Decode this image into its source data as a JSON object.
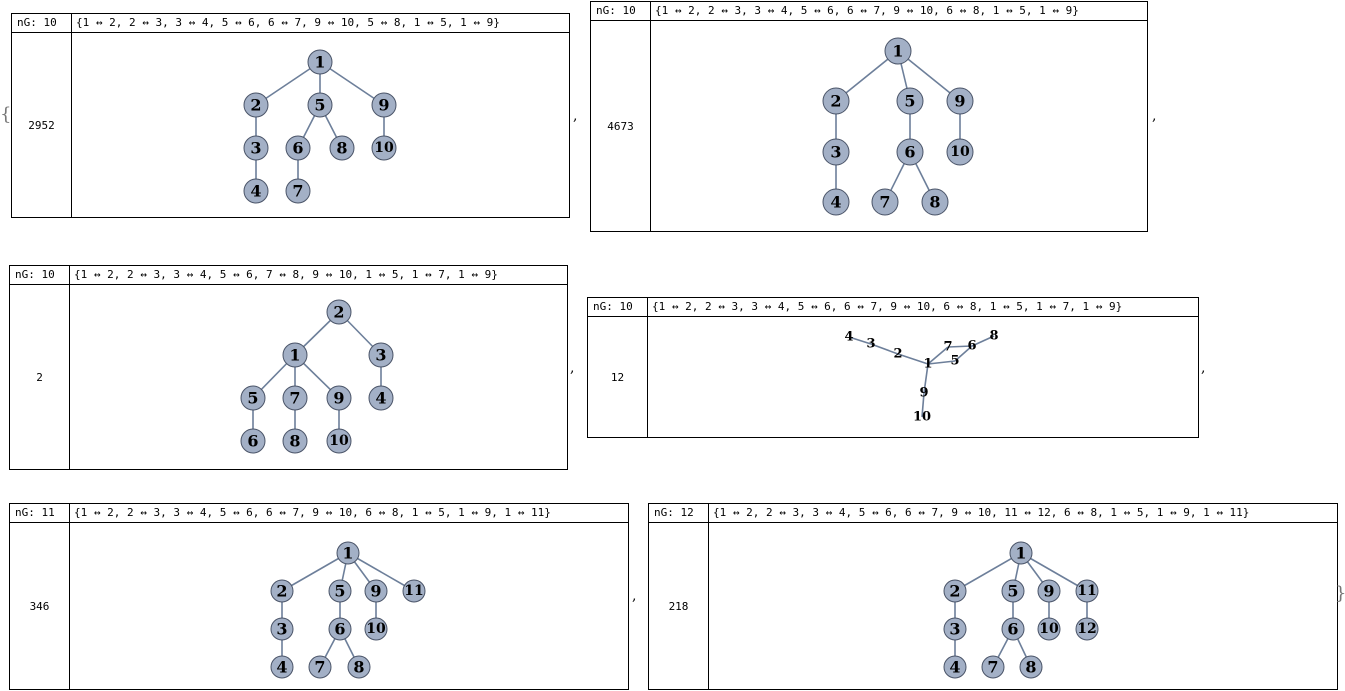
{
  "open_brace": "{",
  "close_brace": "}",
  "separator": ",",
  "cells": [
    {
      "ng_label": "nG: 10",
      "edges_label": "{1 ↔ 2, 2 ↔ 3, 3 ↔ 4, 5 ↔ 6, 6 ↔ 7, 9 ↔ 10, 5 ↔ 8, 1 ↔ 5, 1 ↔ 9}",
      "count": "2952",
      "style": "nodes",
      "edges": [
        [
          1,
          2
        ],
        [
          2,
          3
        ],
        [
          3,
          4
        ],
        [
          5,
          6
        ],
        [
          6,
          7
        ],
        [
          9,
          10
        ],
        [
          5,
          8
        ],
        [
          1,
          5
        ],
        [
          1,
          9
        ]
      ]
    },
    {
      "ng_label": "nG: 10",
      "edges_label": "{1 ↔ 2, 2 ↔ 3, 3 ↔ 4, 5 ↔ 6, 6 ↔ 7, 9 ↔ 10, 6 ↔ 8, 1 ↔ 5, 1 ↔ 9}",
      "count": "4673",
      "style": "nodes",
      "edges": [
        [
          1,
          2
        ],
        [
          2,
          3
        ],
        [
          3,
          4
        ],
        [
          5,
          6
        ],
        [
          6,
          7
        ],
        [
          9,
          10
        ],
        [
          6,
          8
        ],
        [
          1,
          5
        ],
        [
          1,
          9
        ]
      ]
    },
    {
      "ng_label": "nG: 10",
      "edges_label": "{1 ↔ 2, 2 ↔ 3, 3 ↔ 4, 5 ↔ 6, 7 ↔ 8, 9 ↔ 10, 1 ↔ 5, 1 ↔ 7, 1 ↔ 9}",
      "count": "2",
      "style": "nodes",
      "edges": [
        [
          1,
          2
        ],
        [
          2,
          3
        ],
        [
          3,
          4
        ],
        [
          5,
          6
        ],
        [
          7,
          8
        ],
        [
          9,
          10
        ],
        [
          1,
          5
        ],
        [
          1,
          7
        ],
        [
          1,
          9
        ]
      ]
    },
    {
      "ng_label": "nG: 10",
      "edges_label": "{1 ↔ 2, 2 ↔ 3, 3 ↔ 4, 5 ↔ 6, 6 ↔ 7, 9 ↔ 10, 6 ↔ 8, 1 ↔ 5, 1 ↔ 7, 1 ↔ 9}",
      "count": "12",
      "style": "labels",
      "edges": [
        [
          1,
          2
        ],
        [
          2,
          3
        ],
        [
          3,
          4
        ],
        [
          5,
          6
        ],
        [
          6,
          7
        ],
        [
          9,
          10
        ],
        [
          6,
          8
        ],
        [
          1,
          5
        ],
        [
          1,
          7
        ],
        [
          1,
          9
        ]
      ]
    },
    {
      "ng_label": "nG: 11",
      "edges_label": "{1 ↔ 2, 2 ↔ 3, 3 ↔ 4, 5 ↔ 6, 6 ↔ 7, 9 ↔ 10, 6 ↔ 8, 1 ↔ 5, 1 ↔ 9, 1 ↔ 11}",
      "count": "346",
      "style": "nodes",
      "edges": [
        [
          1,
          2
        ],
        [
          2,
          3
        ],
        [
          3,
          4
        ],
        [
          5,
          6
        ],
        [
          6,
          7
        ],
        [
          9,
          10
        ],
        [
          6,
          8
        ],
        [
          1,
          5
        ],
        [
          1,
          9
        ],
        [
          1,
          11
        ]
      ]
    },
    {
      "ng_label": "nG: 12",
      "edges_label": "{1 ↔ 2, 2 ↔ 3, 3 ↔ 4, 5 ↔ 6, 6 ↔ 7, 9 ↔ 10, 11 ↔ 12, 6 ↔ 8, 1 ↔ 5, 1 ↔ 9, 1 ↔ 11}",
      "count": "218",
      "style": "nodes",
      "edges": [
        [
          1,
          2
        ],
        [
          2,
          3
        ],
        [
          3,
          4
        ],
        [
          5,
          6
        ],
        [
          6,
          7
        ],
        [
          9,
          10
        ],
        [
          11,
          12
        ],
        [
          6,
          8
        ],
        [
          1,
          5
        ],
        [
          1,
          9
        ],
        [
          1,
          11
        ]
      ]
    }
  ]
}
